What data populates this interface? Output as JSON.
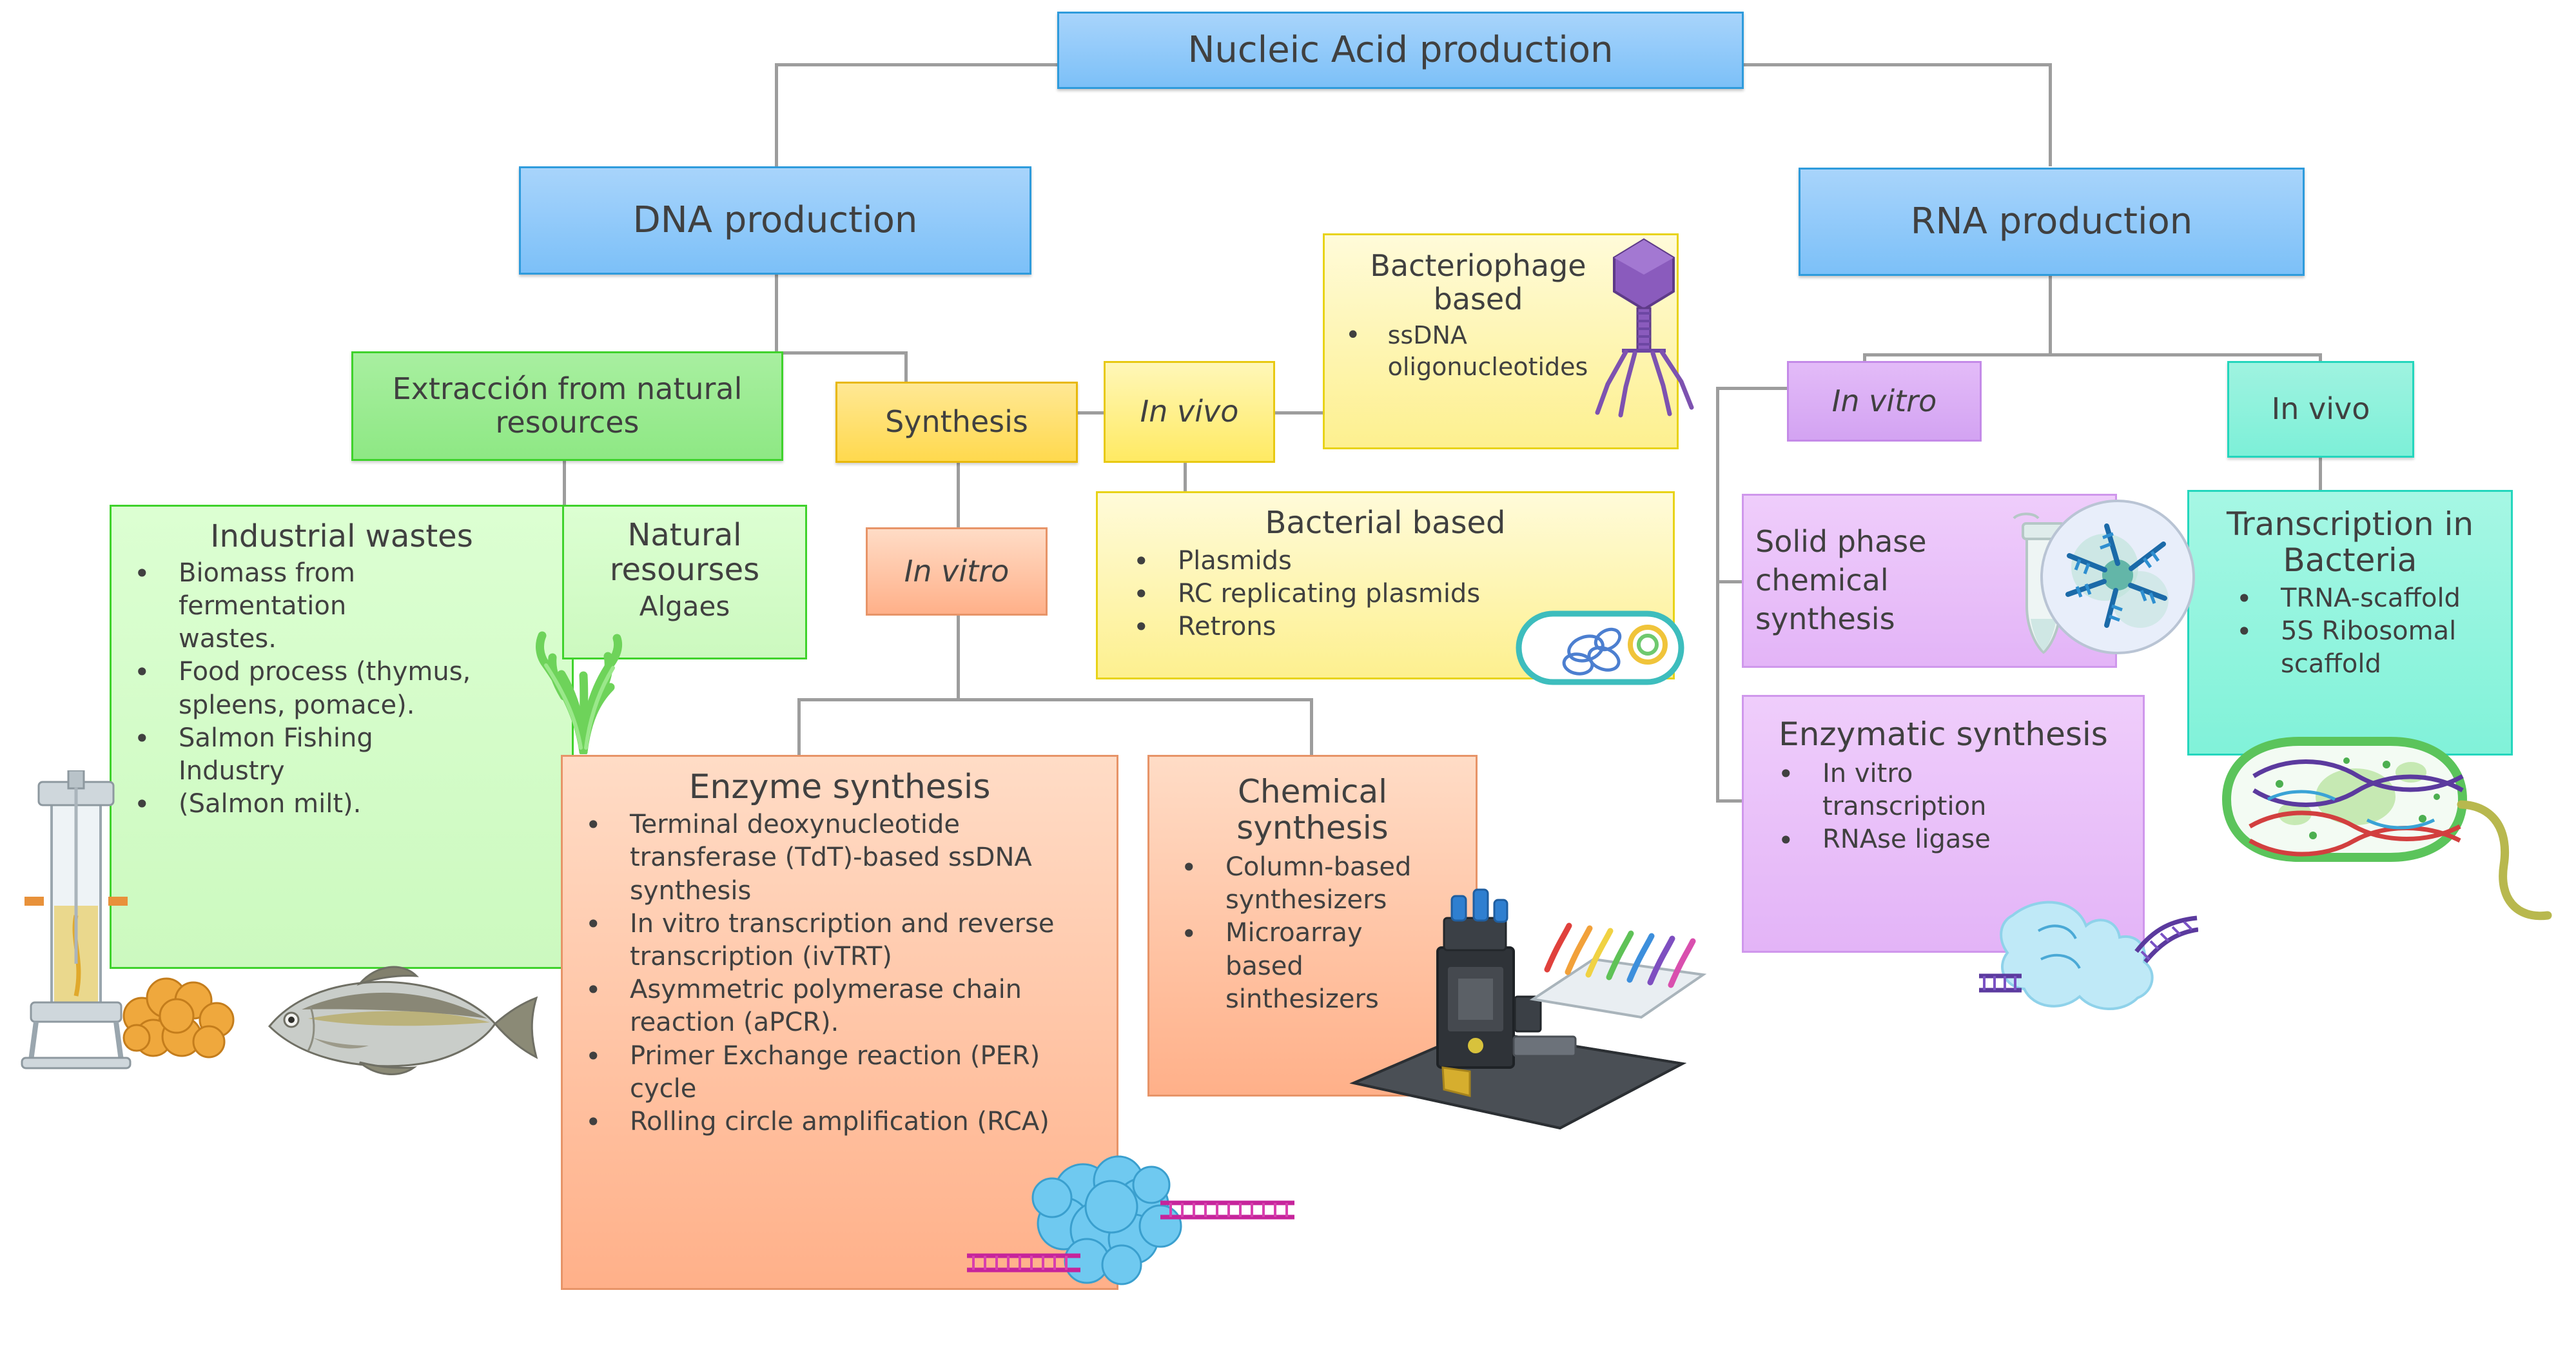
{
  "diagram": {
    "title": "Nucleic Acid production",
    "nodes": {
      "root": {
        "label": "Nucleic Acid production"
      },
      "dna": {
        "label": "DNA production"
      },
      "rna": {
        "label": "RNA production"
      },
      "extraccion": {
        "label": "Extracción from natural resources"
      },
      "synthesis": {
        "label": "Synthesis"
      },
      "invivo_dna": {
        "label": "In vivo"
      },
      "bacteriophage": {
        "label": "Bacteriophage based",
        "items": [
          "ssDNA oligonucleotides"
        ]
      },
      "industrial_wastes": {
        "label": "Industrial wastes",
        "items": [
          "Biomass from fermentation wastes.",
          "Food process (thymus, spleens, pomace).",
          "Salmon Fishing Industry",
          "(Salmon milt)."
        ]
      },
      "natural_resources": {
        "label": "Natural resourses",
        "items": [
          "Algaes"
        ]
      },
      "invitro_dna": {
        "label": "In vitro"
      },
      "bacterial_based": {
        "label": "Bacterial based",
        "items": [
          "Plasmids",
          "RC replicating plasmids",
          "Retrons"
        ]
      },
      "enzyme_synthesis": {
        "label": "Enzyme synthesis",
        "items": [
          "Terminal deoxynucleotide transferase (TdT)-based ssDNA synthesis",
          "In vitro transcription and reverse transcription (ivTRT)",
          "Asymmetric polymerase chain reaction (aPCR).",
          "Primer Exchange reaction (PER) cycle",
          "Rolling circle amplification (RCA)"
        ]
      },
      "chemical_synthesis": {
        "label": "Chemical synthesis",
        "items": [
          "Column-based synthesizers",
          "Microarray based sinthesizers"
        ]
      },
      "invitro_rna": {
        "label": "In vitro"
      },
      "invivo_rna": {
        "label": "In vivo"
      },
      "solid_phase": {
        "label": "Solid phase chemical synthesis"
      },
      "enzymatic_synthesis": {
        "label": "Enzymatic synthesis",
        "items": [
          "In vitro transcription",
          "RNAse ligase"
        ]
      },
      "transcription_bacteria": {
        "label": "Transcription in Bacteria",
        "items": [
          "TRNA-scaffold",
          "5S Ribosomal scaffold"
        ]
      }
    },
    "colors": {
      "root_fill": "#7cc0f8",
      "root_border": "#2e9bdc",
      "green": "#3fd22c",
      "yellow": "#e8c912",
      "orange": "#e79468",
      "purple": "#cf97ec",
      "teal": "#24d6bd",
      "connector": "#9d9d9d",
      "text": "#404040"
    },
    "illustrations": {
      "bioreactor": "bioreactor-icon",
      "biomass": "biomass-cluster-icon",
      "salmon": "salmon-fish-icon",
      "algae": "algae-seaweed-icon",
      "phage": "bacteriophage-icon",
      "bacterium": "bacterium-plasmid-icon",
      "polymerase": "polymerase-dna-icon",
      "synthesizer": "dna-synthesizer-machine-icon",
      "microarray": "microarray-plate-icon",
      "tube": "microcentrifuge-tube-icon",
      "beads": "solid-phase-beads-icon",
      "rnase": "rnase-ligase-icon",
      "cell": "bacterial-cell-icon"
    }
  }
}
